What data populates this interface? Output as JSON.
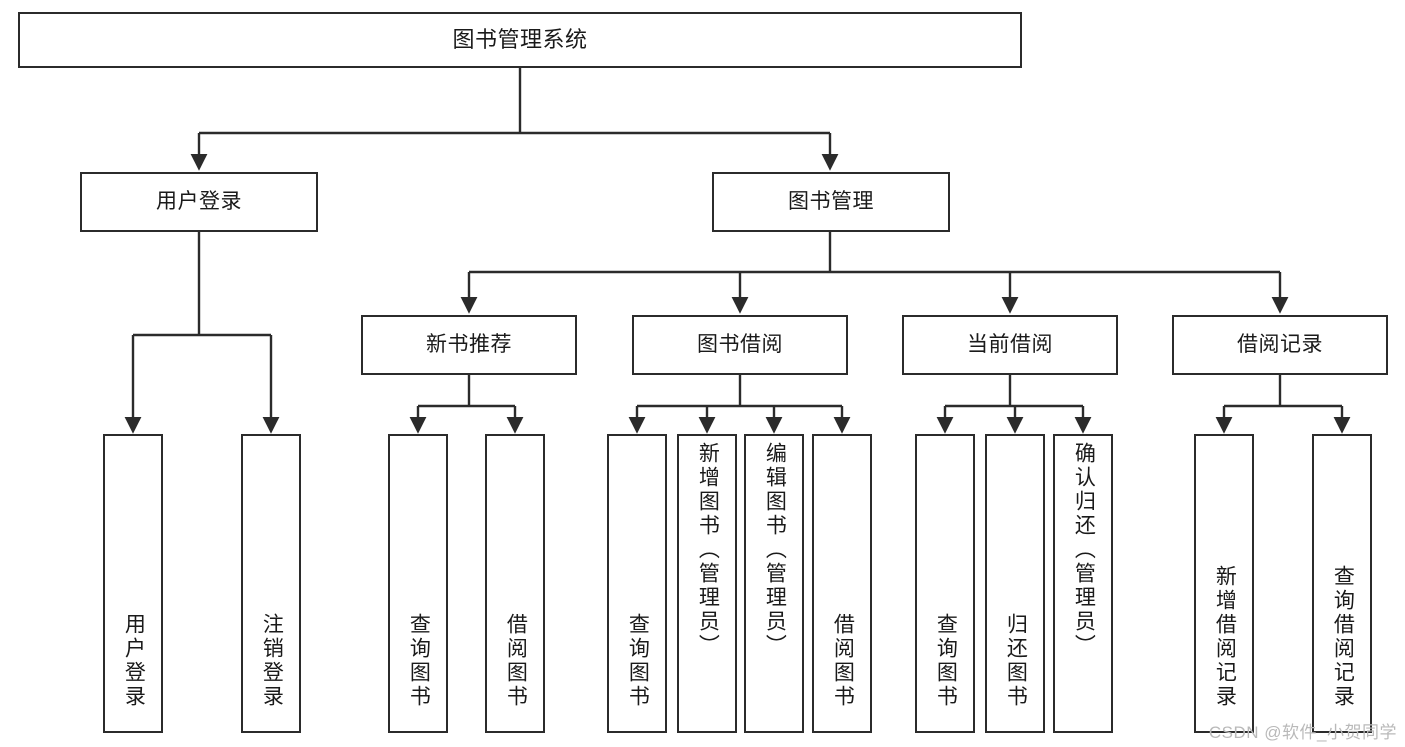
{
  "diagram": {
    "title": "图书管理系统",
    "type": "tree-hierarchy-chart",
    "stroke_color": "#2b2b2b",
    "fill_color": "#ffffff",
    "text_color": "#1a1a1a"
  },
  "root": {
    "label": "图书管理系统"
  },
  "level1": [
    {
      "label": "用户登录"
    },
    {
      "label": "图书管理"
    }
  ],
  "level2": [
    {
      "label": "新书推荐"
    },
    {
      "label": "图书借阅"
    },
    {
      "label": "当前借阅"
    },
    {
      "label": "借阅记录"
    }
  ],
  "leaves": {
    "user_login": [
      {
        "label": "用户登录"
      },
      {
        "label": "注销登录"
      }
    ],
    "new_book": [
      {
        "label": "查询图书"
      },
      {
        "label": "借阅图书"
      }
    ],
    "book_borrow": [
      {
        "label": "查询图书"
      },
      {
        "label": "新增图书（管理员）"
      },
      {
        "label": "编辑图书（管理员）"
      },
      {
        "label": "借阅图书"
      }
    ],
    "current_borrow": [
      {
        "label": "查询图书"
      },
      {
        "label": "归还图书"
      },
      {
        "label": "确认归还（管理员）"
      }
    ],
    "borrow_record": [
      {
        "label": "新增借阅记录"
      },
      {
        "label": "查询借阅记录"
      }
    ]
  },
  "watermark": {
    "text": "CSDN @软件_小贺同学"
  }
}
